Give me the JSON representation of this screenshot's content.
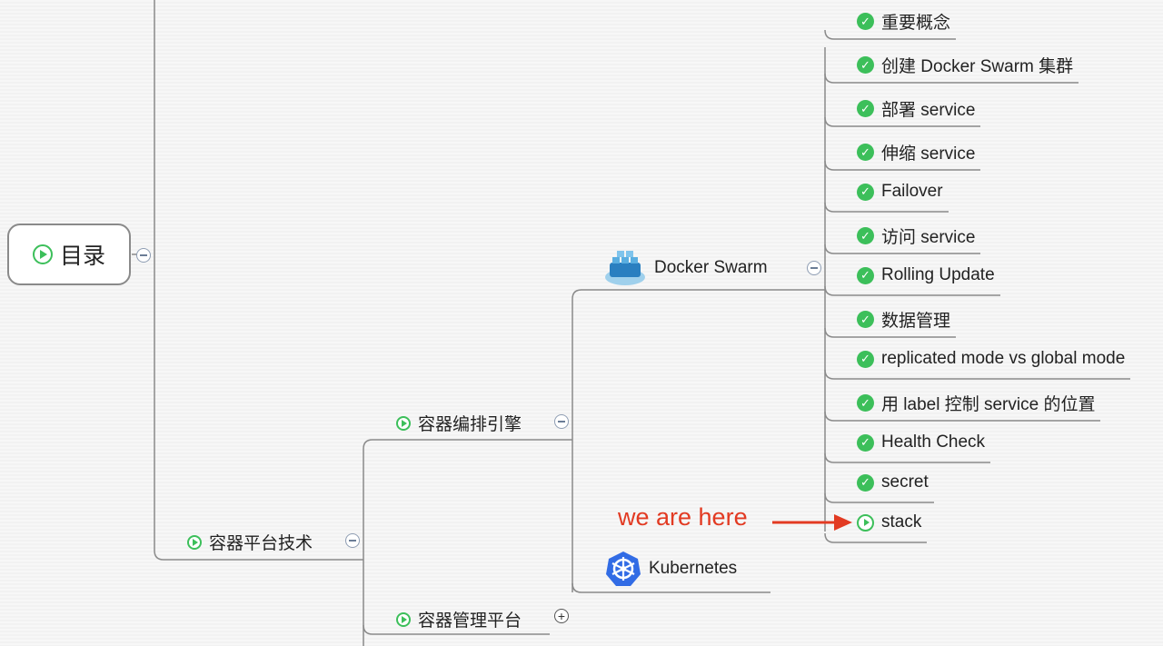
{
  "root": {
    "label": "目录"
  },
  "branch_platform": {
    "label": "容器平台技术"
  },
  "branch_orchestration": {
    "label": "容器编排引擎"
  },
  "branch_management": {
    "label": "容器管理平台"
  },
  "docker_swarm": {
    "label": "Docker Swarm"
  },
  "kubernetes": {
    "label": "Kubernetes"
  },
  "swarm_topics": [
    {
      "label": "重要概念",
      "status": "done"
    },
    {
      "label": "创建 Docker Swarm 集群",
      "status": "done"
    },
    {
      "label": "部署 service",
      "status": "done"
    },
    {
      "label": "伸缩 service",
      "status": "done"
    },
    {
      "label": "Failover",
      "status": "done"
    },
    {
      "label": "访问 service",
      "status": "done"
    },
    {
      "label": "Rolling Update",
      "status": "done"
    },
    {
      "label": "数据管理",
      "status": "done"
    },
    {
      "label": "replicated mode vs global mode",
      "status": "done"
    },
    {
      "label": "用 label 控制 service 的位置",
      "status": "done"
    },
    {
      "label": "Health Check",
      "status": "done"
    },
    {
      "label": "secret",
      "status": "done"
    },
    {
      "label": "stack",
      "status": "current"
    }
  ],
  "annotation": {
    "text": "we are here",
    "color": "#e23a22"
  },
  "colors": {
    "done": "#3cbf5a",
    "line": "#8a8a8a",
    "toggle": "#6b7d96"
  },
  "icons": {
    "done": "check-circle-icon",
    "current": "play-circle-icon",
    "collapse": "minus-circle-icon",
    "expand": "plus-circle-icon"
  }
}
